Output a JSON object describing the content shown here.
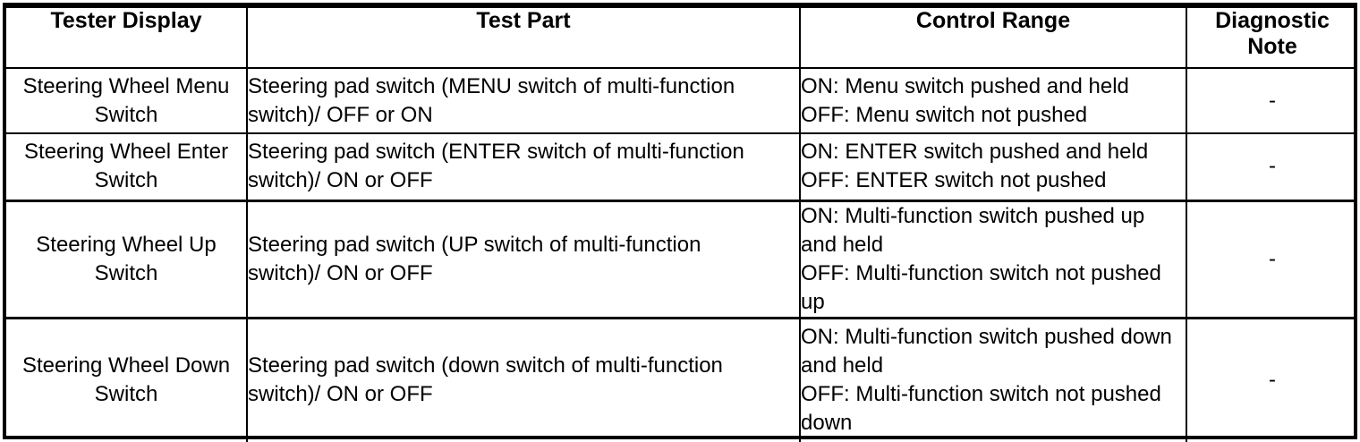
{
  "table": {
    "columns": [
      {
        "key": "tester_display",
        "label": "Tester Display",
        "align": "center"
      },
      {
        "key": "test_part",
        "label": "Test Part",
        "align": "left"
      },
      {
        "key": "control_range",
        "label": "Control Range",
        "align": "left"
      },
      {
        "key": "diagnostic_note",
        "label": "Diagnostic\nNote",
        "align": "center"
      }
    ],
    "header": {
      "tester_display": "Tester Display",
      "test_part": "Test Part",
      "control_range": "Control Range",
      "diagnostic_note_line1": "Diagnostic",
      "diagnostic_note_line2": "Note"
    },
    "rows": [
      {
        "tester_display": "Steering Wheel Menu Switch",
        "test_part_line1": "Steering pad switch (MENU switch of multi-function",
        "test_part_line2": "switch)/ OFF or ON",
        "control_range_on": "ON: Menu switch pushed and held",
        "control_range_off": "OFF: Menu switch not pushed",
        "diagnostic_note": "-"
      },
      {
        "tester_display": "Steering Wheel Enter Switch",
        "test_part_line1": "Steering pad switch (ENTER switch of multi-function",
        "test_part_line2": "switch)/ ON or OFF",
        "control_range_on": "ON: ENTER switch pushed and held",
        "control_range_off": "OFF: ENTER switch not pushed",
        "diagnostic_note": "-"
      },
      {
        "tester_display": "Steering Wheel Up Switch",
        "test_part_line1": "Steering pad switch (UP switch of multi-function",
        "test_part_line2": "switch)/ ON or OFF",
        "control_range_on": "ON: Multi-function switch pushed up and held",
        "control_range_off": "OFF: Multi-function switch not pushed up",
        "diagnostic_note": "-"
      },
      {
        "tester_display": "Steering Wheel Down Switch",
        "test_part_line1": "Steering pad switch (down switch of multi-function",
        "test_part_line2": "switch)/ ON or OFF",
        "control_range_on": "ON: Multi-function switch pushed down and held",
        "control_range_off": "OFF: Multi-function switch not pushed down",
        "diagnostic_note": "-"
      }
    ]
  },
  "colors": {
    "text": "#000000",
    "background": "#ffffff",
    "border": "#000000"
  }
}
